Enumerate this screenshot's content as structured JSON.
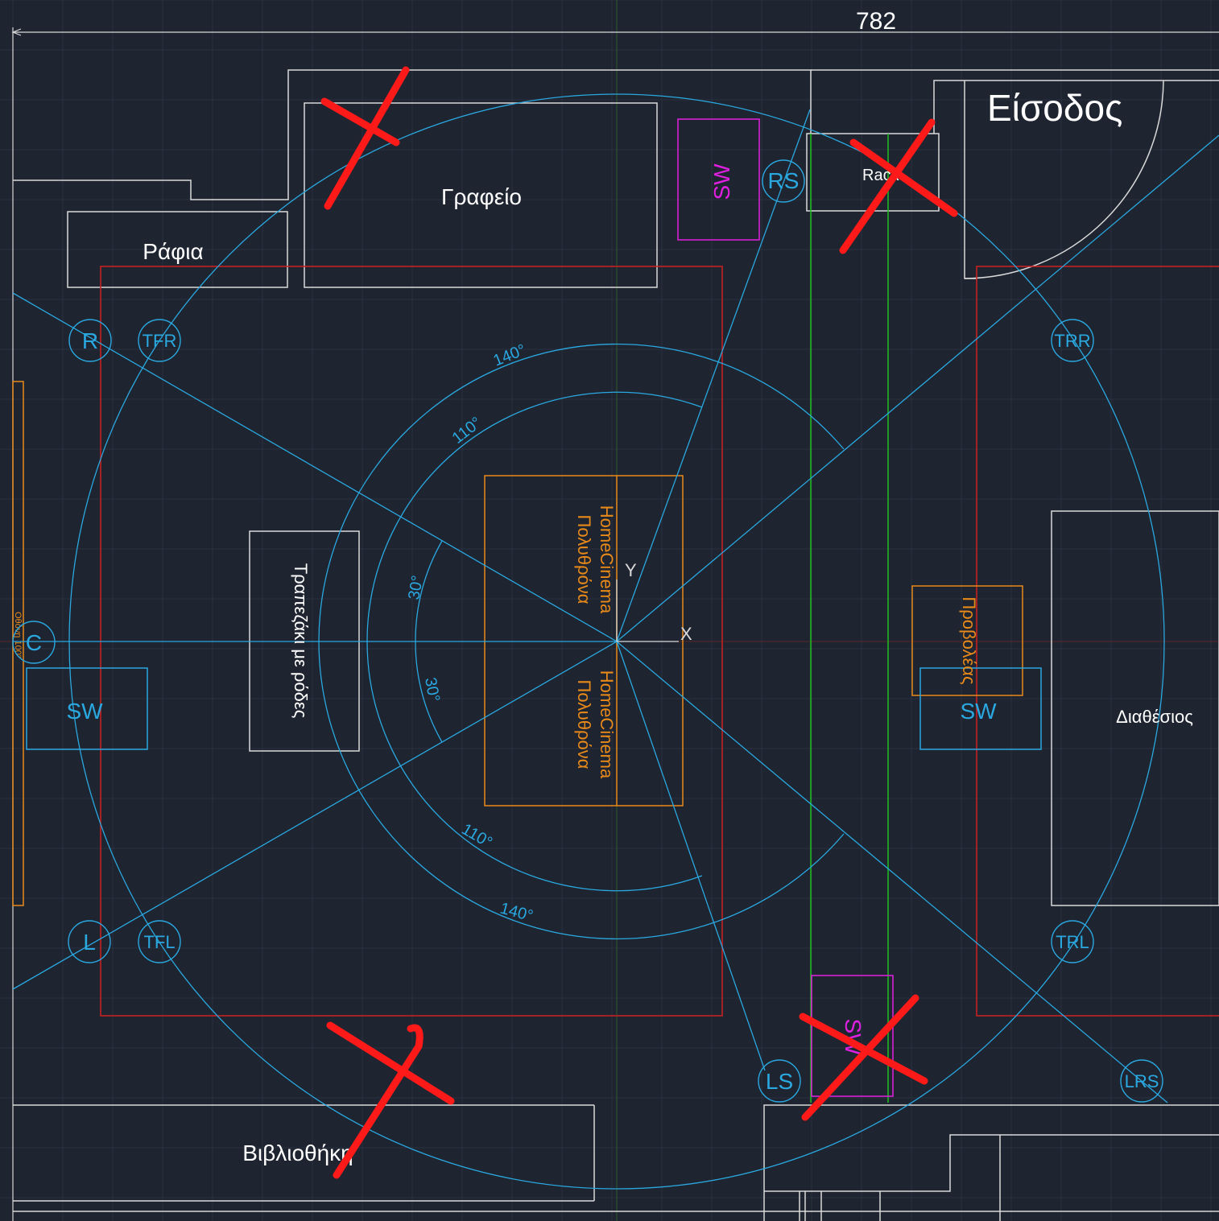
{
  "dimension": {
    "value": "782"
  },
  "furniture": {
    "entrance": "Είσοδος",
    "office": "Γραφείο",
    "shelves": "Ράφια",
    "rack": "Rack",
    "coffee_table": "Τραπεζάκι με ρόδες",
    "sofa_top": "Πολυθρόνα HomeCinema",
    "sofa_bottom": "Πολυθρόνα HomeCinema",
    "projector": "Προβολέας",
    "available": "Διαθέσιος",
    "library": "Βιβλιοθήκη",
    "screen": "Οθόνη 100\""
  },
  "speakers": {
    "R": "R",
    "TFR": "TFR",
    "RS": "RS",
    "TRR": "TRR",
    "C": "C",
    "L": "L",
    "TFL": "TFL",
    "TRL": "TRL",
    "LS": "LS",
    "LRS": "LRS",
    "sw_top": "SW",
    "sw_left": "SW",
    "sw_right": "SW",
    "sw_bottom": "SW"
  },
  "angles": {
    "a140_top": "140°",
    "a110_top": "110°",
    "a30_top": "30°",
    "a30_bottom": "30°",
    "a110_bottom": "110°",
    "a140_bottom": "140°"
  },
  "axes": {
    "x": "X",
    "y": "Y"
  },
  "colors": {
    "background": "#1e2430",
    "grid": "#2a3140",
    "wall": "#d9d9d9",
    "speaker": "#2aa8e0",
    "sofa": "#e88a1a",
    "subwoofer_magenta": "#e020e0",
    "zone": "#d02020",
    "green": "#20c020",
    "cross": "#ff1a1a"
  }
}
